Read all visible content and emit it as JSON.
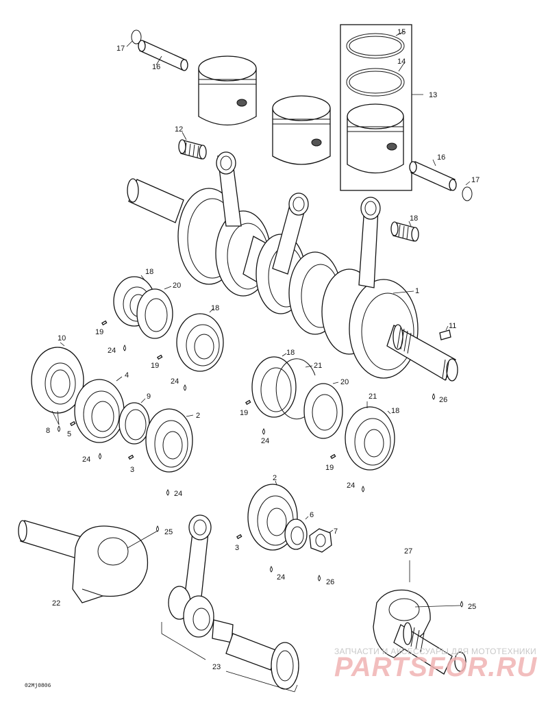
{
  "diagram": {
    "drawing_code": "02Mj0806",
    "callouts": [
      "1",
      "2",
      "3",
      "4",
      "5",
      "6",
      "7",
      "8",
      "9",
      "10",
      "11",
      "12",
      "13",
      "14",
      "15",
      "16",
      "17",
      "18",
      "19",
      "20",
      "21",
      "22",
      "23",
      "24",
      "25",
      "26",
      "27"
    ]
  },
  "watermark": {
    "line1": "ЗАПЧАСТИ И АКСЕССУАРЫ ДЛЯ МОТОТЕХНИКИ",
    "brand": "PARTSFOR.RU"
  }
}
